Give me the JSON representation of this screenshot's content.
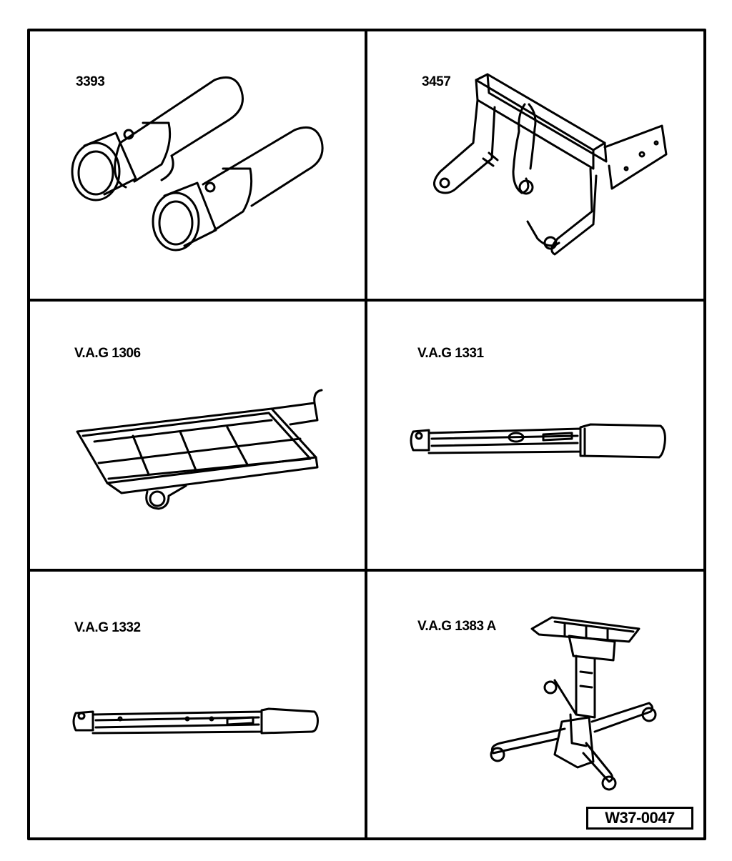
{
  "cells": [
    {
      "label": "3393",
      "icon": "socket-pair-icon"
    },
    {
      "label": "3457",
      "icon": "engine-support-bracket-icon"
    },
    {
      "label": "V.A.G 1306",
      "icon": "drip-tray-icon"
    },
    {
      "label": "V.A.G 1331",
      "icon": "torque-wrench-small-icon"
    },
    {
      "label": "V.A.G 1332",
      "icon": "torque-wrench-large-icon"
    },
    {
      "label": "V.A.G 1383 A",
      "icon": "transmission-jack-icon"
    }
  ],
  "figure_code": "W37-0047",
  "colors": {
    "line": "#000000",
    "background": "#ffffff"
  }
}
